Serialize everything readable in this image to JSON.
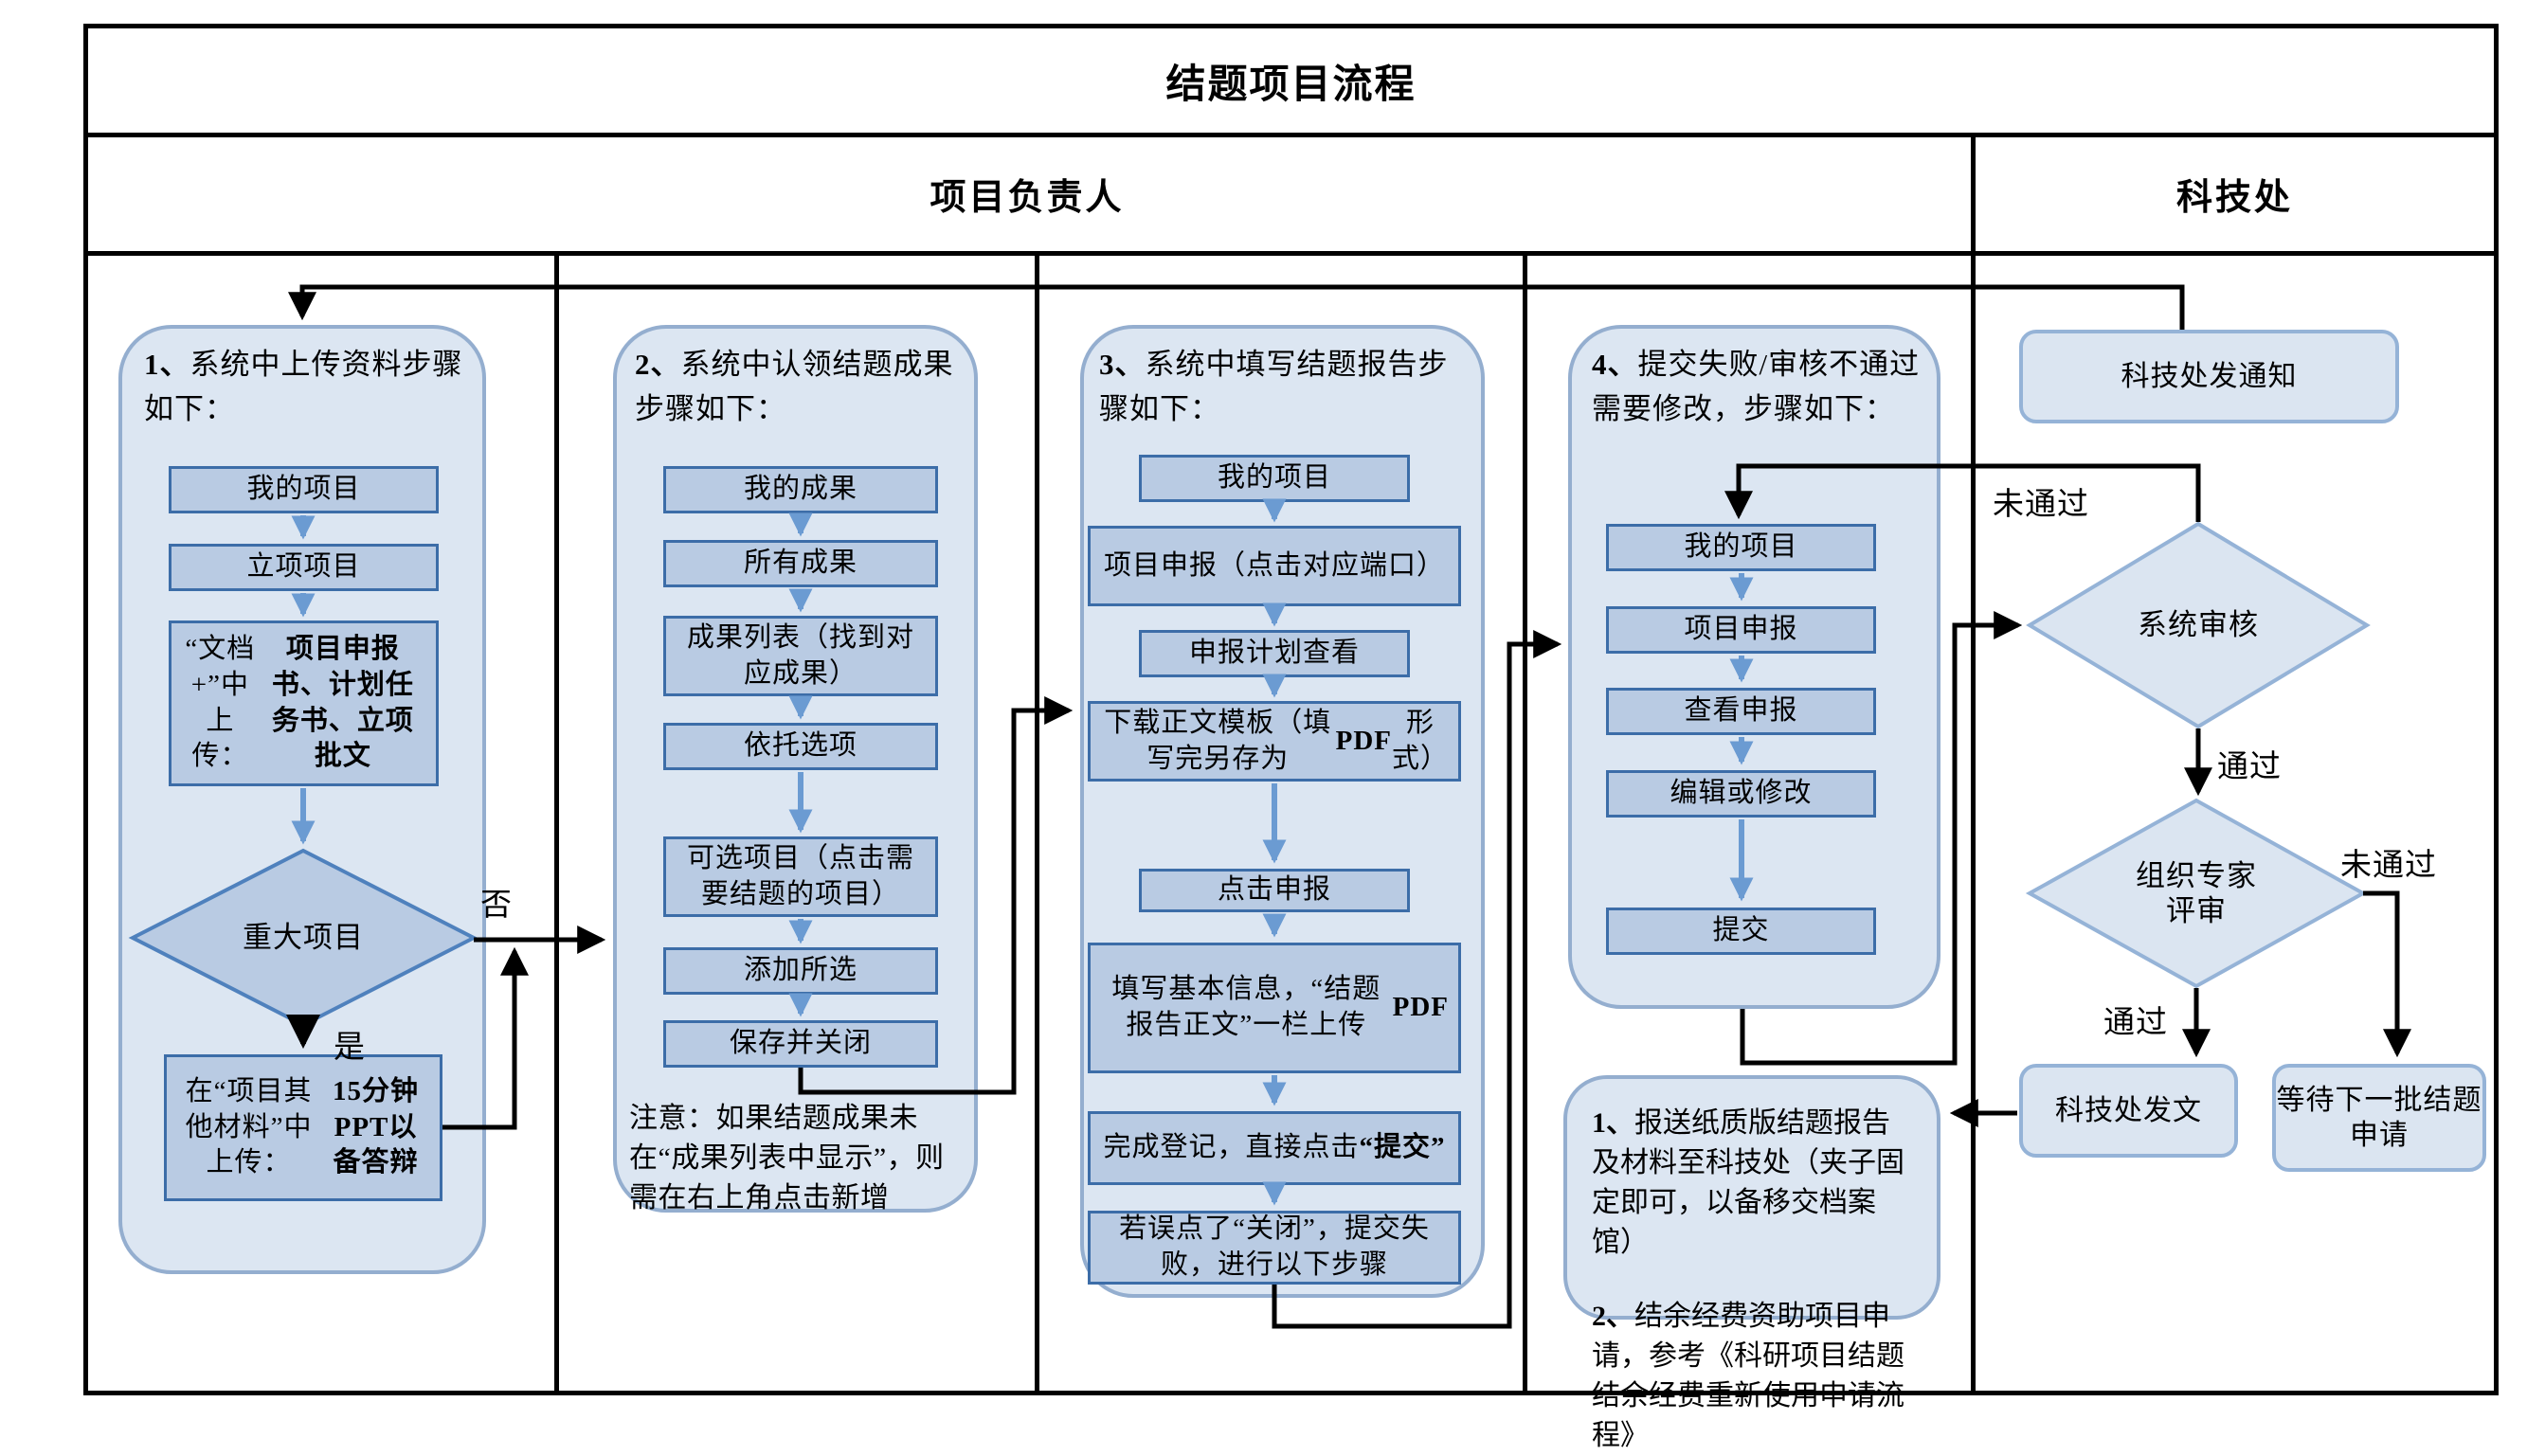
{
  "title": "结题项目流程",
  "lanes": {
    "owner": "项目负责人",
    "office": "科技处"
  },
  "labels": {
    "no": "否",
    "yes": "是",
    "pass_sys": "通过",
    "fail_sys": "未通过",
    "pass_expert": "通过",
    "fail_expert": "未通过"
  },
  "col1": {
    "heading": [
      {
        "t": "1、",
        "b": true
      },
      {
        "t": "系统中上传资料步骤如下：",
        "b": false
      }
    ],
    "step1": "我的项目",
    "step2": "立项项目",
    "step3": [
      {
        "t": "“文档+”中上传：",
        "b": false
      },
      {
        "t": "项目申报书、计划任务书、立项批文",
        "b": true
      }
    ],
    "decision": "重大项目",
    "step4": [
      {
        "t": "在“项目其他材料”中上传：",
        "b": false
      },
      {
        "t": "15分钟PPT以备答辩",
        "b": true
      }
    ]
  },
  "col2": {
    "heading": [
      {
        "t": "2、",
        "b": true
      },
      {
        "t": "系统中认领结题成果步骤如下：",
        "b": false
      }
    ],
    "step1": "我的成果",
    "step2": "所有成果",
    "step3": "成果列表（找到对应成果）",
    "step4": "依托选项",
    "step5": "可选项目（点击需要结题的项目）",
    "step6": "添加所选",
    "step7": "保存并关闭",
    "note": "注意：如果结题成果未在“成果列表中显示”，则需在右上角点击新增"
  },
  "col3": {
    "heading": [
      {
        "t": "3、",
        "b": true
      },
      {
        "t": "系统中填写结题报告步骤如下：",
        "b": false
      }
    ],
    "step1": "我的项目",
    "step2": "项目申报（点击对应端口）",
    "step3": "申报计划查看",
    "step4": [
      {
        "t": "下载正文模板（填写完另存为",
        "b": false
      },
      {
        "t": "PDF",
        "b": true
      },
      {
        "t": "形式）",
        "b": false
      }
    ],
    "step5": "点击申报",
    "step6": [
      {
        "t": "填写基本信息，“结题报告正文”一栏上传",
        "b": false
      },
      {
        "t": "PDF",
        "b": true
      }
    ],
    "step7": [
      {
        "t": "完成登记，直接点击",
        "b": false
      },
      {
        "t": "“提交”",
        "b": true
      }
    ],
    "step8": "若误点了“关闭”，提交失败，进行以下步骤"
  },
  "col4": {
    "heading": [
      {
        "t": "4、",
        "b": true
      },
      {
        "t": "提交失败/审核不通过需要修改，步骤如下：",
        "b": false
      }
    ],
    "step1": "我的项目",
    "step2": "项目申报",
    "step3": "查看申报",
    "step4": "编辑或修改",
    "step5": "提交",
    "note1": [
      {
        "t": "1、",
        "b": true
      },
      {
        "t": "报送纸质版结题报告及材料至科技处（夹子固定即可，以备移交档案馆）",
        "b": false
      }
    ],
    "note2": [
      {
        "t": "2、",
        "b": true
      },
      {
        "t": "结余经费资助项目申请，参考《科研项目结题结余经费重新使用申请流程》",
        "b": false
      }
    ]
  },
  "office": {
    "notify": "科技处发通知",
    "sys_review": "系统审核",
    "expert_review": "组织专家评审",
    "issue": "科技处发文",
    "wait": "等待下一批结题申请"
  },
  "colors": {
    "container_fill": "#dce6f2",
    "container_border": "#94aecf",
    "box_fill": "#b9cbe3",
    "box_border": "#3c6da8",
    "shape_fill": "#dbe5f1",
    "shape_border": "#95b3d7",
    "flow_arrow": "#6b9bd2",
    "connector": "#000000"
  }
}
